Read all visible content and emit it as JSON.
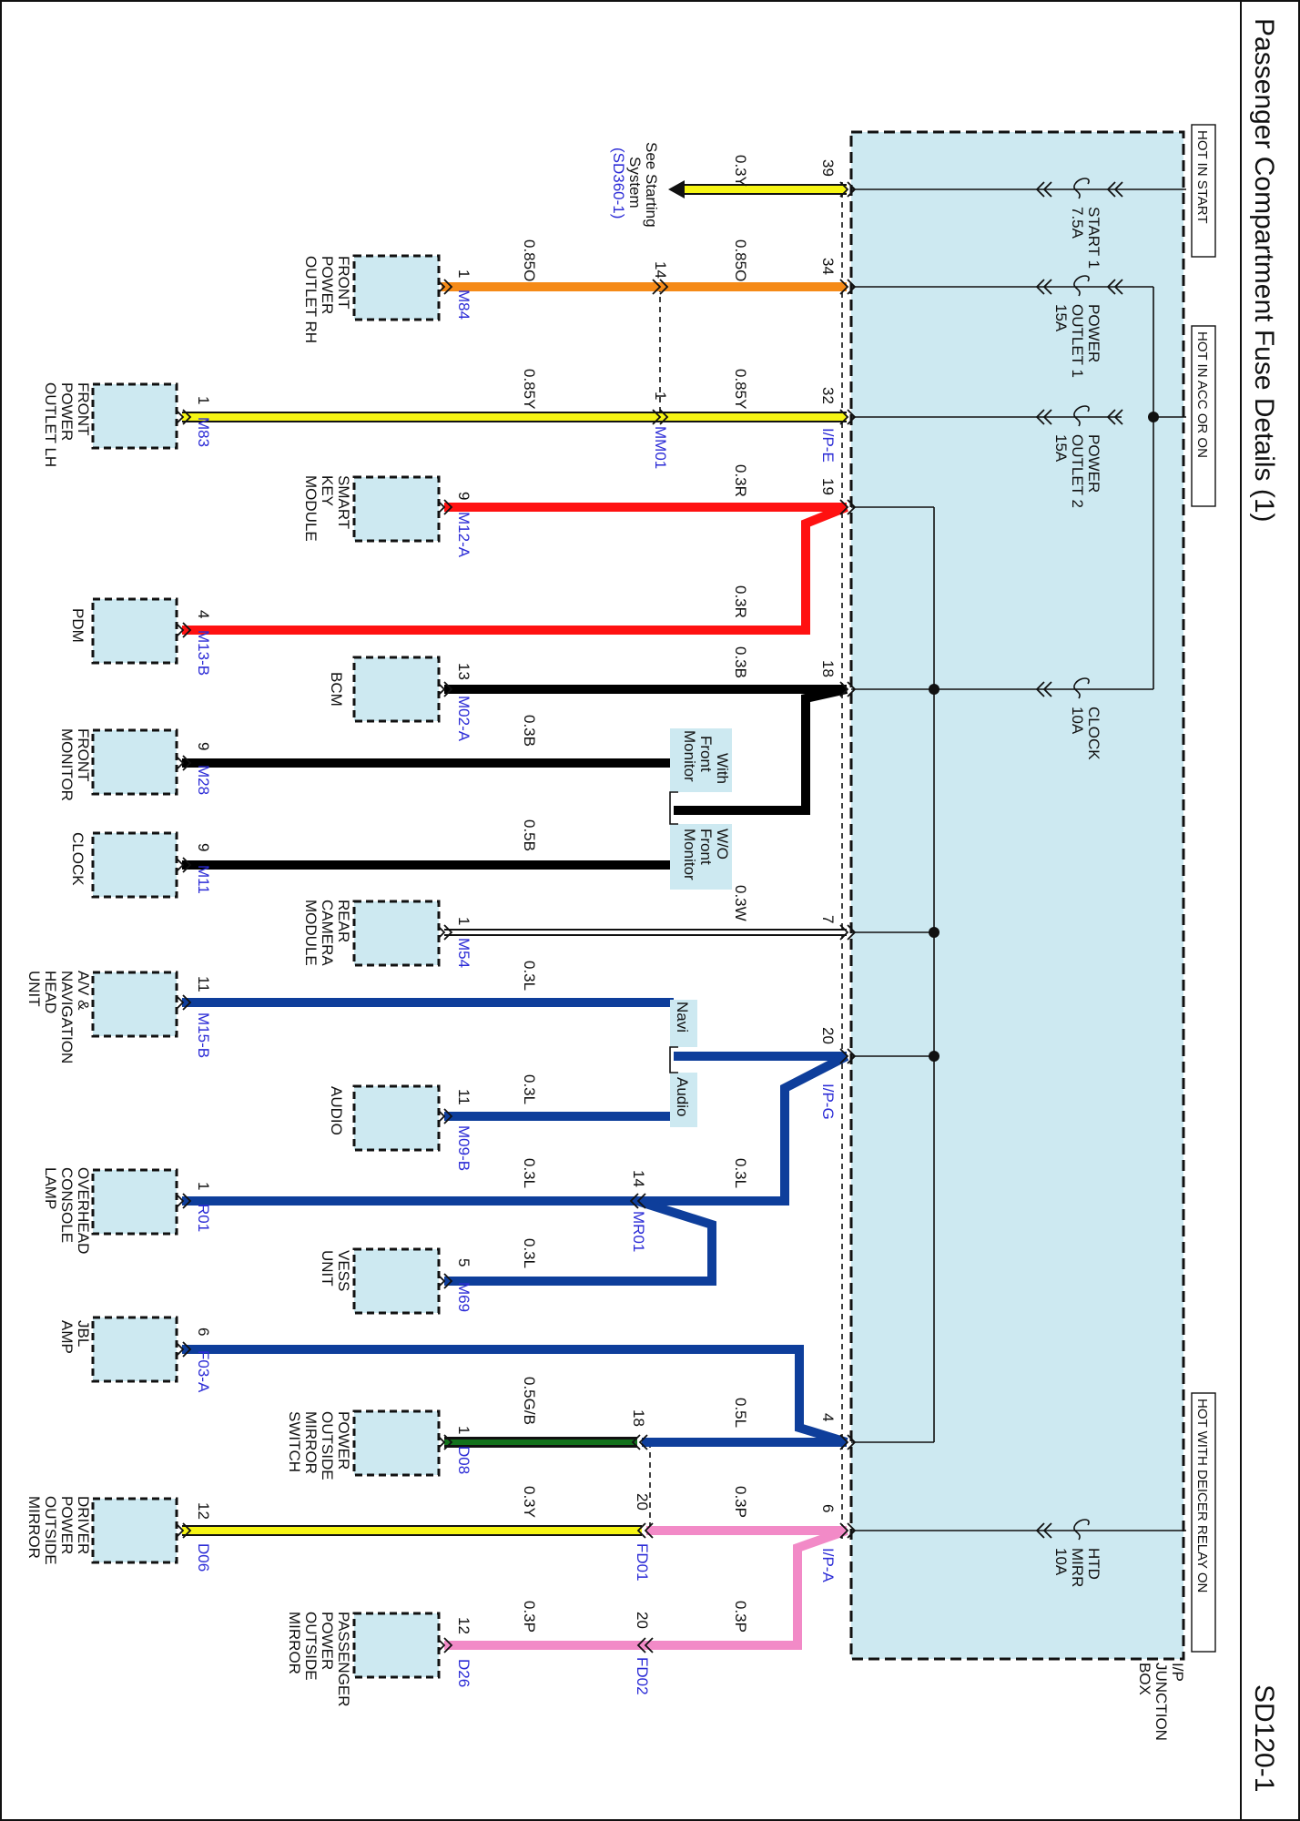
{
  "page": {
    "title": "Passenger Compartment Fuse Details (1)",
    "code": "SD120-1"
  },
  "colors": {
    "panel": "#cde9f1",
    "yellow": "#f6f514",
    "orange": "#f58a17",
    "red": "#ff1111",
    "black": "#000000",
    "blue": "#0e3e9b",
    "green": "#13721c",
    "pink": "#f28ac7",
    "label_blue": "#2b2bd6"
  },
  "supply": {
    "hot_in_start": "HOT IN START",
    "hot_in_acc_or_on": "HOT IN ACC OR ON",
    "hot_with_deicer": "HOT WITH DEICER RELAY ON"
  },
  "junction_box": [
    "I/P",
    "JUNCTION",
    "BOX"
  ],
  "fuses": [
    {
      "name": "start1",
      "lines": [
        "START 1",
        "7.5A"
      ]
    },
    {
      "name": "outlet1",
      "lines": [
        "POWER",
        "OUTLET 1",
        "15A"
      ]
    },
    {
      "name": "outlet2",
      "lines": [
        "POWER",
        "OUTLET 2",
        "15A"
      ]
    },
    {
      "name": "clock",
      "lines": [
        "CLOCK",
        "10A"
      ]
    },
    {
      "name": "htdmirr",
      "lines": [
        "HTD",
        "MIRR",
        "10A"
      ]
    }
  ],
  "jb_pins": [
    "39",
    "34",
    "32",
    "19",
    "18",
    "7",
    "20",
    "4",
    "6"
  ],
  "jb_connectors": [
    "I/P-E",
    "I/P-G",
    "I/P-A"
  ],
  "wire_labels": [
    "0.3Y",
    "0.85O",
    "0.85O",
    "0.85Y",
    "0.85Y",
    "0.3R",
    "0.3R",
    "0.3B",
    "0.3B",
    "0.5B",
    "0.3W",
    "0.3L",
    "0.3L",
    "0.3L",
    "0.3L",
    "0.3L",
    "0.5L",
    "0.5G/B",
    "0.3P",
    "0.3Y",
    "0.3P",
    "0.3P"
  ],
  "inline_connectors": [
    {
      "id": "MM01",
      "pins": [
        "14",
        "1"
      ]
    },
    {
      "id": "MR01",
      "pins": [
        "14"
      ]
    },
    {
      "id": "FD01",
      "pins": [
        "20"
      ]
    },
    {
      "id": "FD02",
      "pins": [
        "20"
      ]
    },
    {
      "id": "g18",
      "pins": [
        "18"
      ]
    }
  ],
  "see_starting": {
    "lines": [
      "See Starting",
      "System"
    ],
    "ref": "(SD360-1)"
  },
  "options": [
    {
      "lines": [
        "With",
        "Front",
        "Monitor"
      ]
    },
    {
      "lines": [
        "W/O",
        "Front",
        "Monitor"
      ]
    },
    {
      "lines": [
        "Navi"
      ]
    },
    {
      "lines": [
        "Audio"
      ]
    }
  ],
  "components": [
    {
      "lines": [
        "FRONT",
        "POWER",
        "OUTLET RH"
      ],
      "connector": "M84",
      "pin": "1"
    },
    {
      "lines": [
        "FRONT",
        "POWER",
        "OUTLET LH"
      ],
      "connector": "M83",
      "pin": "1"
    },
    {
      "lines": [
        "SMART",
        "KEY",
        "MODULE"
      ],
      "connector": "M12-A",
      "pin": "9"
    },
    {
      "lines": [
        "PDM"
      ],
      "connector": "M13-B",
      "pin": "4"
    },
    {
      "lines": [
        "BCM"
      ],
      "connector": "M02-A",
      "pin": "13"
    },
    {
      "lines": [
        "FRONT",
        "MONITOR"
      ],
      "connector": "M28",
      "pin": "9"
    },
    {
      "lines": [
        "CLOCK"
      ],
      "connector": "M11",
      "pin": "9"
    },
    {
      "lines": [
        "REAR",
        "CAMERA",
        "MODULE"
      ],
      "connector": "M54",
      "pin": "1"
    },
    {
      "lines": [
        "A/V &",
        "NAVIGATION",
        "HEAD",
        "UNIT"
      ],
      "connector": "M15-B",
      "pin": "11"
    },
    {
      "lines": [
        "AUDIO"
      ],
      "connector": "M09-B",
      "pin": "11"
    },
    {
      "lines": [
        "OVERHEAD",
        "CONSOLE",
        "LAMP"
      ],
      "connector": "R01",
      "pin": "1"
    },
    {
      "lines": [
        "VESS",
        "UNIT"
      ],
      "connector": "M69",
      "pin": "5"
    },
    {
      "lines": [
        "JBL",
        "AMP"
      ],
      "connector": "F03-A",
      "pin": "6"
    },
    {
      "lines": [
        "POWER",
        "OUTSIDE",
        "MIRROR",
        "SWITCH"
      ],
      "connector": "D08",
      "pin": "1"
    },
    {
      "lines": [
        "DRIVER",
        "POWER",
        "OUTSIDE",
        "MIRROR"
      ],
      "connector": "D06",
      "pin": "12"
    },
    {
      "lines": [
        "PASSENGER",
        "POWER",
        "OUTSIDE",
        "MIRROR"
      ],
      "connector": "D26",
      "pin": "12"
    }
  ]
}
